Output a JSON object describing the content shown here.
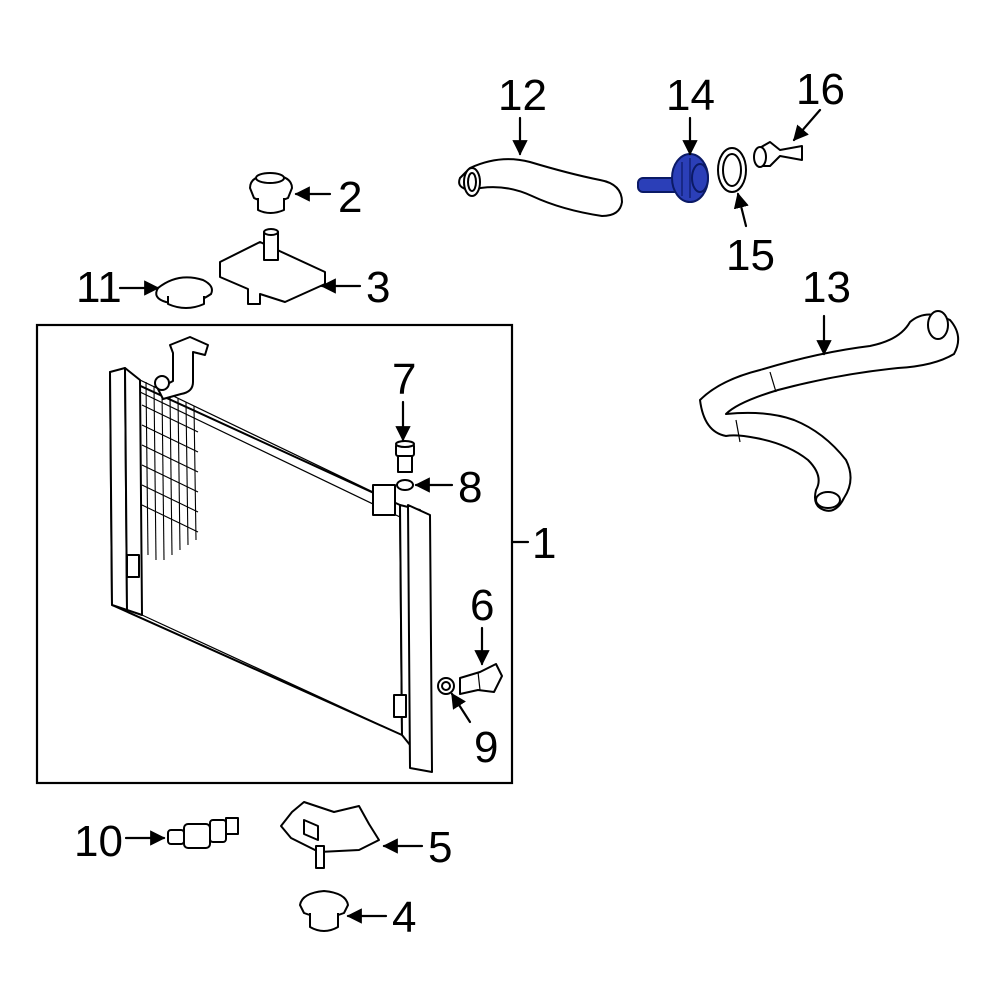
{
  "callouts": [
    {
      "id": "c1",
      "text": "1"
    },
    {
      "id": "c2",
      "text": "2"
    },
    {
      "id": "c3",
      "text": "3"
    },
    {
      "id": "c4",
      "text": "4"
    },
    {
      "id": "c5",
      "text": "5"
    },
    {
      "id": "c6",
      "text": "6"
    },
    {
      "id": "c7",
      "text": "7"
    },
    {
      "id": "c8",
      "text": "8"
    },
    {
      "id": "c9",
      "text": "9"
    },
    {
      "id": "c10",
      "text": "10"
    },
    {
      "id": "c11",
      "text": "11"
    },
    {
      "id": "c12",
      "text": "12"
    },
    {
      "id": "c13",
      "text": "13"
    },
    {
      "id": "c14",
      "text": "14"
    },
    {
      "id": "c15",
      "text": "15"
    },
    {
      "id": "c16",
      "text": "16"
    }
  ],
  "highlighted_part": "14",
  "colors": {
    "highlight": "#2b3fb8",
    "line": "#000000",
    "background": "#ffffff"
  }
}
